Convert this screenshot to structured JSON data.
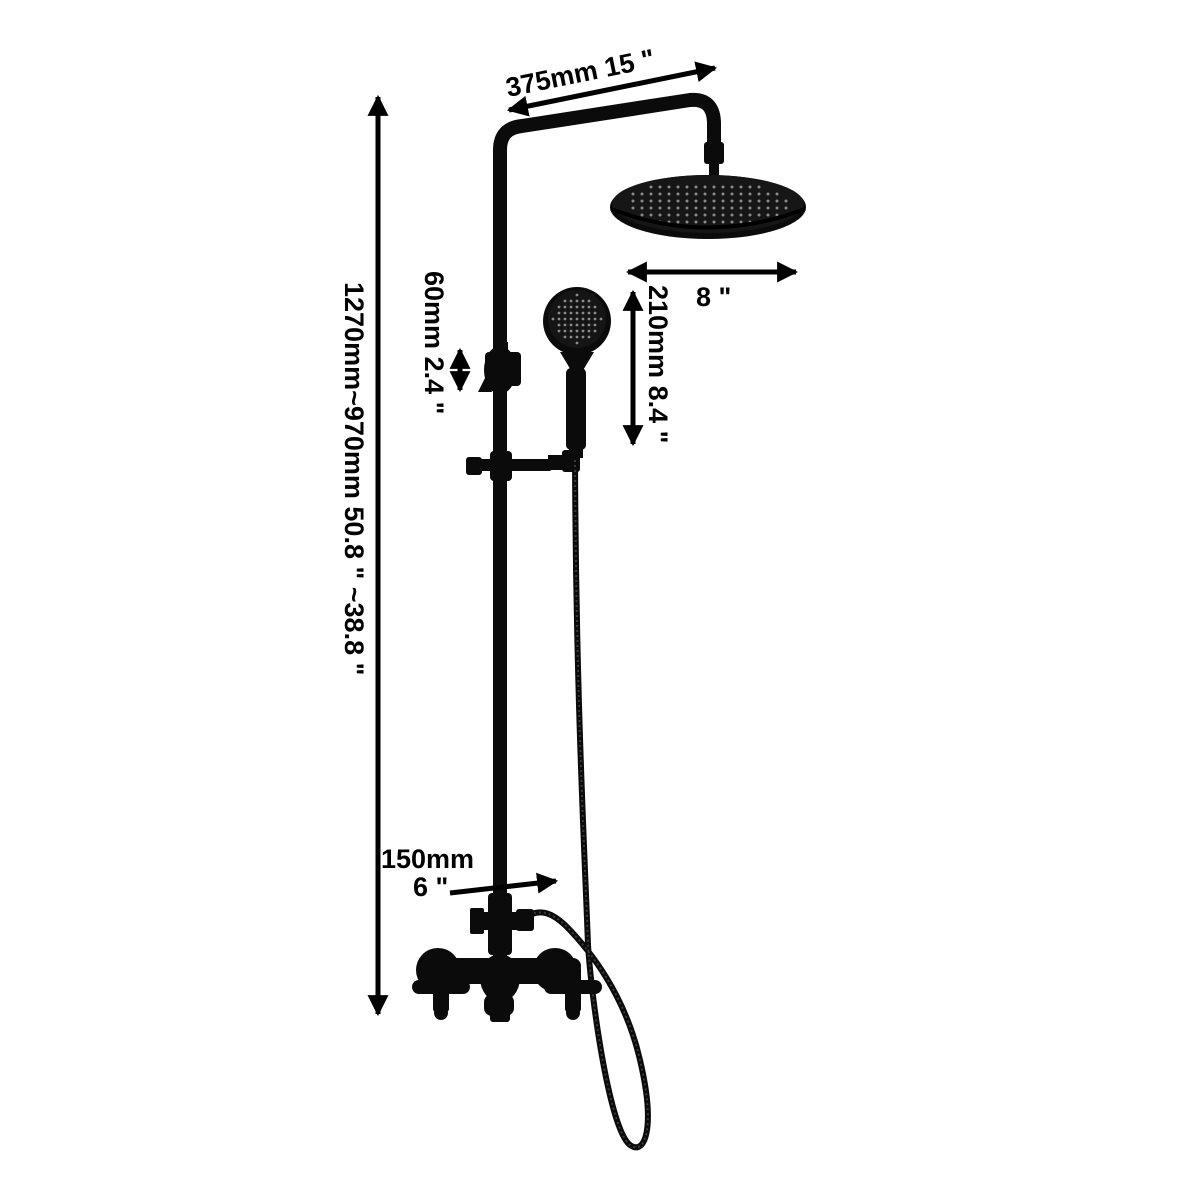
{
  "labels": {
    "arm_width": "375mm 15 \"",
    "overall_height": "1270mm~970mm  50.8 \" ~38.8 \"",
    "head_diameter": "8 \"",
    "hand_shower_length": "210mm 8.4 \"",
    "bracket_height": "60mm 2.4 \"",
    "center_distance_mm": "150mm",
    "center_distance_in": "6 \""
  },
  "colors": {
    "fixture": "#0b0b0b",
    "nozzle": "#8a8a8a",
    "annotation": "#000000",
    "background": "#ffffff"
  }
}
